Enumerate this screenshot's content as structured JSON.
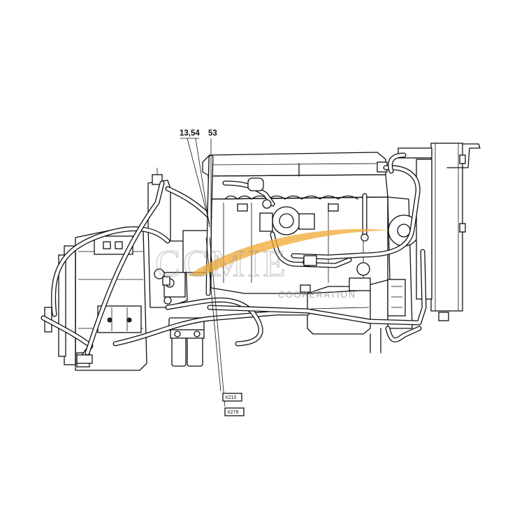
{
  "callouts": {
    "label_a": "13,54",
    "label_b": "53"
  },
  "connectors": {
    "tag_1": "X210",
    "tag_2": "X278"
  },
  "watermark": {
    "brand": "CCMIE",
    "sub": "COOPERATION",
    "accent_color": "#f0a830"
  }
}
